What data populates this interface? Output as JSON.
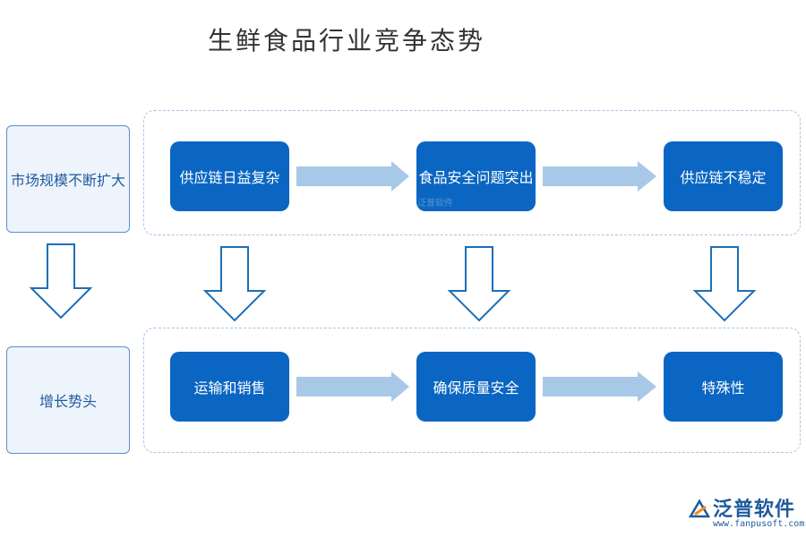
{
  "title": "生鲜食品行业竞争态势",
  "side_labels": {
    "top": "市场规模不断扩大",
    "bottom": "增长势头"
  },
  "top_row": [
    "供应链日益复杂",
    "食品安全问题突出",
    "供应链不稳定"
  ],
  "bottom_row": [
    "运输和销售",
    "确保质量安全",
    "特殊性"
  ],
  "watermark_text": "泛普软件",
  "logo": {
    "name": "泛普软件",
    "url": "www.fanpusoft.com"
  },
  "colors": {
    "node_fill": "#0a66c2",
    "side_fill": "#eef4fb",
    "side_border": "#5b8fc9",
    "frame_border": "#a9c4e4",
    "arrow_fill": "#a8c8e8",
    "down_arrow_stroke": "#1d6fb8"
  }
}
